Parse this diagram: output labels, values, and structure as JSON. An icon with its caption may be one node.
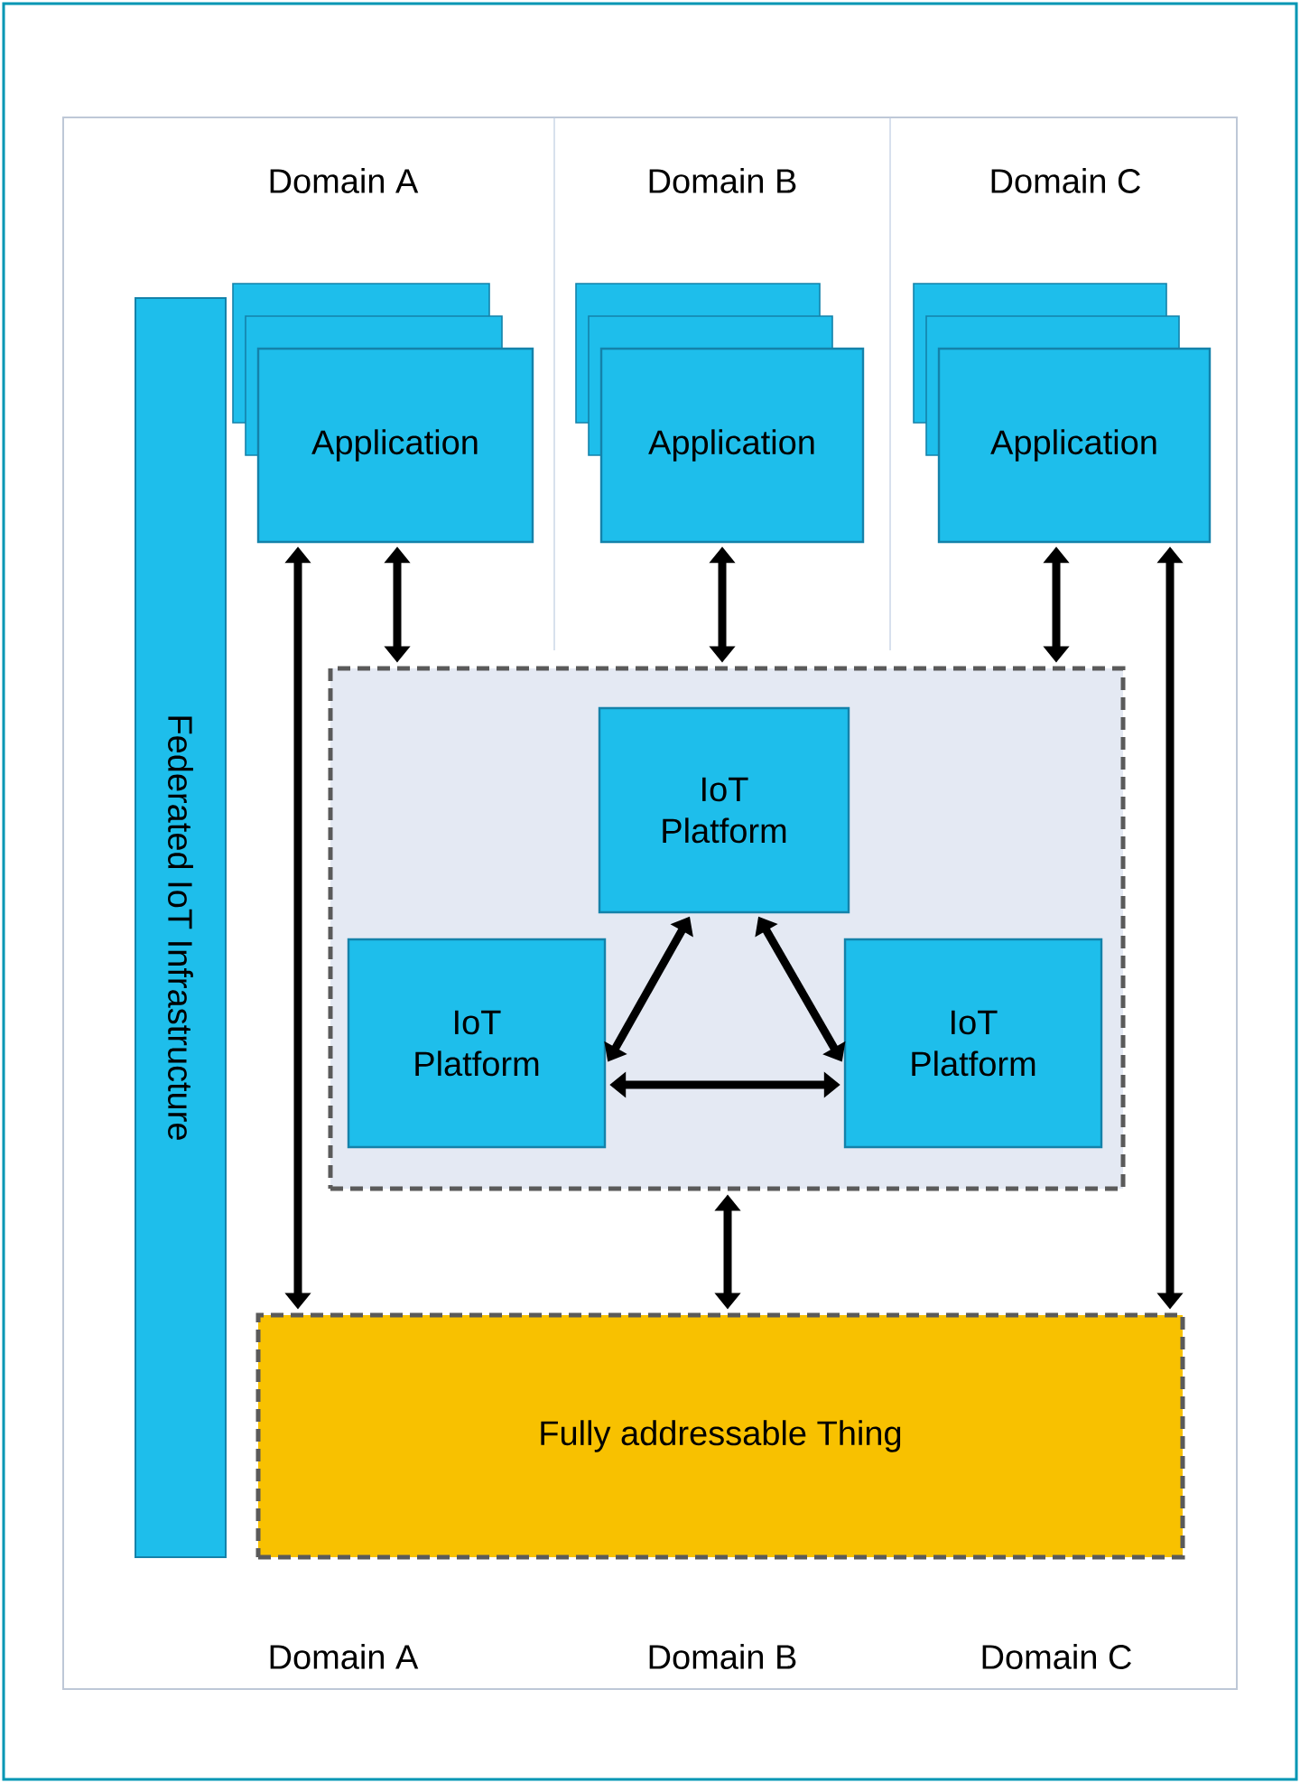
{
  "diagram": {
    "nodes": [
      {
        "text": [
          "Federated IoT Infrastructure"
        ]
      },
      {
        "text": [
          "Application"
        ]
      },
      {
        "text": [
          "Application"
        ]
      },
      {
        "text": [
          "Application"
        ]
      },
      {
        "text": [],
        "shape": "box"
      },
      {
        "text": [
          "IoT Platform"
        ],
        "in": 4
      },
      {
        "text": [
          "IoT Platform"
        ],
        "in": 4
      },
      {
        "text": [
          "IoT Platform"
        ],
        "in": 4
      },
      {
        "text": [
          "Fully addressable Thing"
        ]
      }
    ],
    "edges": [
      {
        "from": 1,
        "to": 4,
        "arrow": "both"
      },
      {
        "from": 2,
        "to": 4,
        "arrow": "both"
      },
      {
        "from": 3,
        "to": 4,
        "arrow": "both"
      },
      {
        "from": 1,
        "to": 8,
        "arrow": "both"
      },
      {
        "from": 3,
        "to": 8,
        "arrow": "both"
      },
      {
        "from": 6,
        "to": 5,
        "arrow": "both"
      },
      {
        "from": 7,
        "to": 5,
        "arrow": "both"
      },
      {
        "from": 6,
        "to": 7,
        "arrow": "both"
      },
      {
        "from": 4,
        "to": 8,
        "arrow": "both"
      }
    ],
    "labels": [
      "Domain A",
      "Domain B",
      "Domain C",
      "Domain A",
      "Domain B",
      "Domain C"
    ]
  }
}
